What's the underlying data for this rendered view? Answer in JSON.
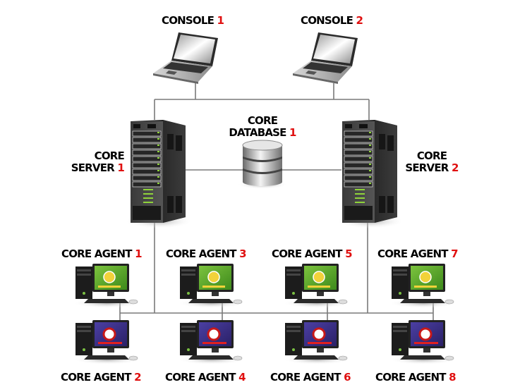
{
  "title": "Core network topology",
  "colors": {
    "label_text": "#000000",
    "label_number": "#e01010",
    "link_line": "#7a7a7a",
    "screen_green": "#5aa32a",
    "screen_purple": "#3a2f86"
  },
  "consoles": [
    {
      "label": "CONSOLE",
      "num": "1",
      "icon": "laptop-icon"
    },
    {
      "label": "CONSOLE",
      "num": "2",
      "icon": "laptop-icon"
    }
  ],
  "database": {
    "line1": "CORE",
    "line2": "DATABASE",
    "num": "1",
    "icon": "database-icon"
  },
  "servers": [
    {
      "line1": "CORE",
      "line2": "SERVER",
      "num": "1",
      "icon": "server-rack-icon"
    },
    {
      "line1": "CORE",
      "line2": "SERVER",
      "num": "2",
      "icon": "server-rack-icon"
    }
  ],
  "agents_top": [
    {
      "label": "CORE AGENT",
      "num": "1",
      "screen": "green"
    },
    {
      "label": "CORE AGENT",
      "num": "3",
      "screen": "green"
    },
    {
      "label": "CORE AGENT",
      "num": "5",
      "screen": "green"
    },
    {
      "label": "CORE AGENT",
      "num": "7",
      "screen": "green"
    }
  ],
  "agents_bottom": [
    {
      "label": "CORE AGENT",
      "num": "2",
      "screen": "purple"
    },
    {
      "label": "CORE AGENT",
      "num": "4",
      "screen": "purple"
    },
    {
      "label": "CORE AGENT",
      "num": "6",
      "screen": "purple"
    },
    {
      "label": "CORE AGENT",
      "num": "8",
      "screen": "purple"
    }
  ]
}
